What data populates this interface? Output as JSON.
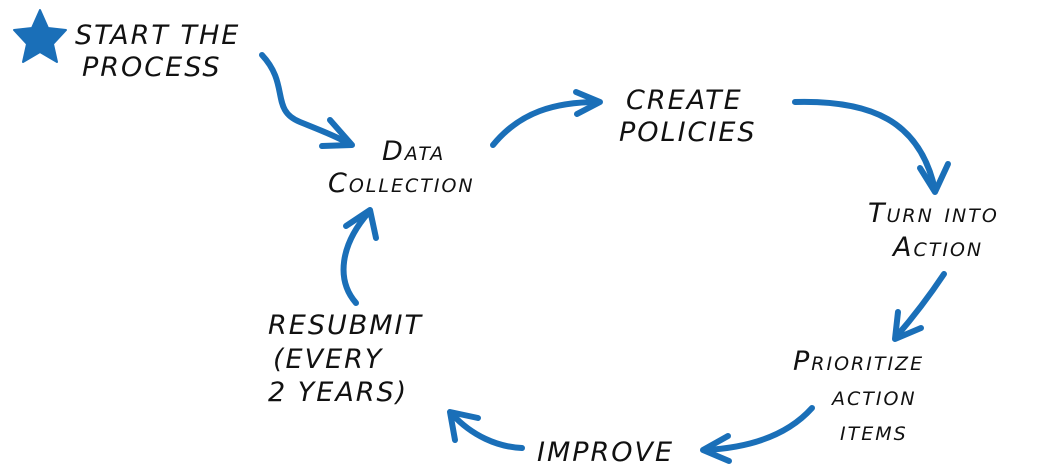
{
  "colors": {
    "accent": "#1a6fb8",
    "text": "#111111"
  },
  "start": {
    "icon": "star-icon",
    "line1": "START THE",
    "line2": "PROCESS"
  },
  "nodes": {
    "data_collection": {
      "line1": "Data",
      "line2": "Collection"
    },
    "create_policies": {
      "line1": "CREATE",
      "line2": "POLICIES"
    },
    "turn_into_action": {
      "line1": "Turn into",
      "line2": "Action"
    },
    "prioritize": {
      "line1": "Prioritize",
      "line2": "action",
      "line3": "items"
    },
    "improve": {
      "line1": "IMPROVE"
    },
    "resubmit": {
      "line1": "RESUBMIT",
      "line2": "(EVERY",
      "line3": "2 YEARS)"
    }
  }
}
